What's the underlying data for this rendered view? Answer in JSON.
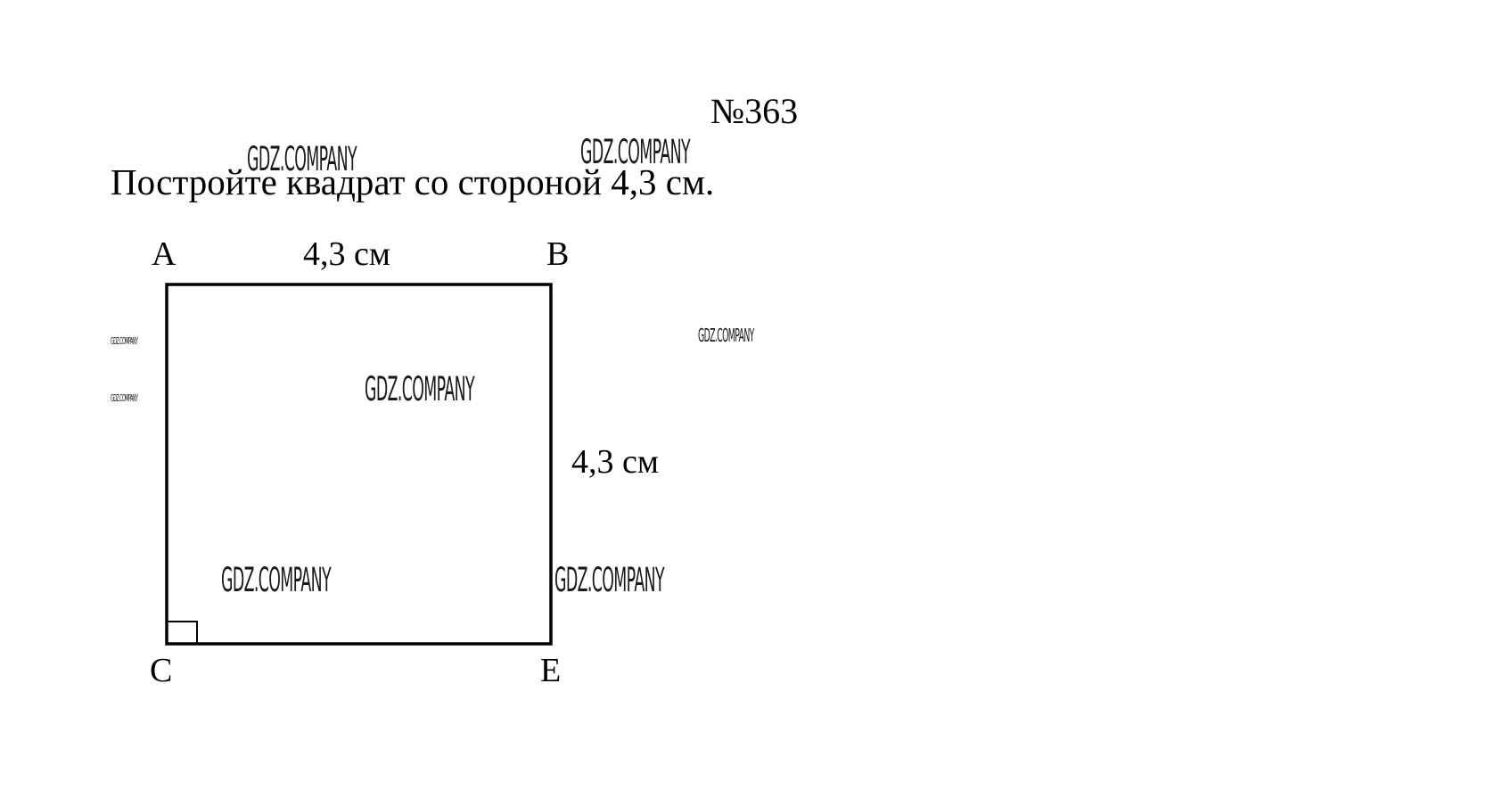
{
  "problem": {
    "number": "№363",
    "statement": "Постройте квадрат со стороной 4,3 см."
  },
  "figure": {
    "vertices": {
      "a": "A",
      "b": "B",
      "c": "C",
      "e": "E"
    },
    "top_side_label": "4,3 см",
    "right_side_label": "4,3 см",
    "right_angle_at": "C"
  },
  "watermarks": [
    "GDZ.COMPANY",
    "GDZ.COMPANY",
    "GDZ.COMPANY",
    "GDZ.COMPANY",
    "GDZ.COMPANY",
    "GDZ.COMPANY",
    "GDZ.COMPANY",
    "GDZ.COMPANY"
  ],
  "colors": {
    "ink": "#000000",
    "watermark": "#1a1a1a",
    "background": "#ffffff"
  }
}
